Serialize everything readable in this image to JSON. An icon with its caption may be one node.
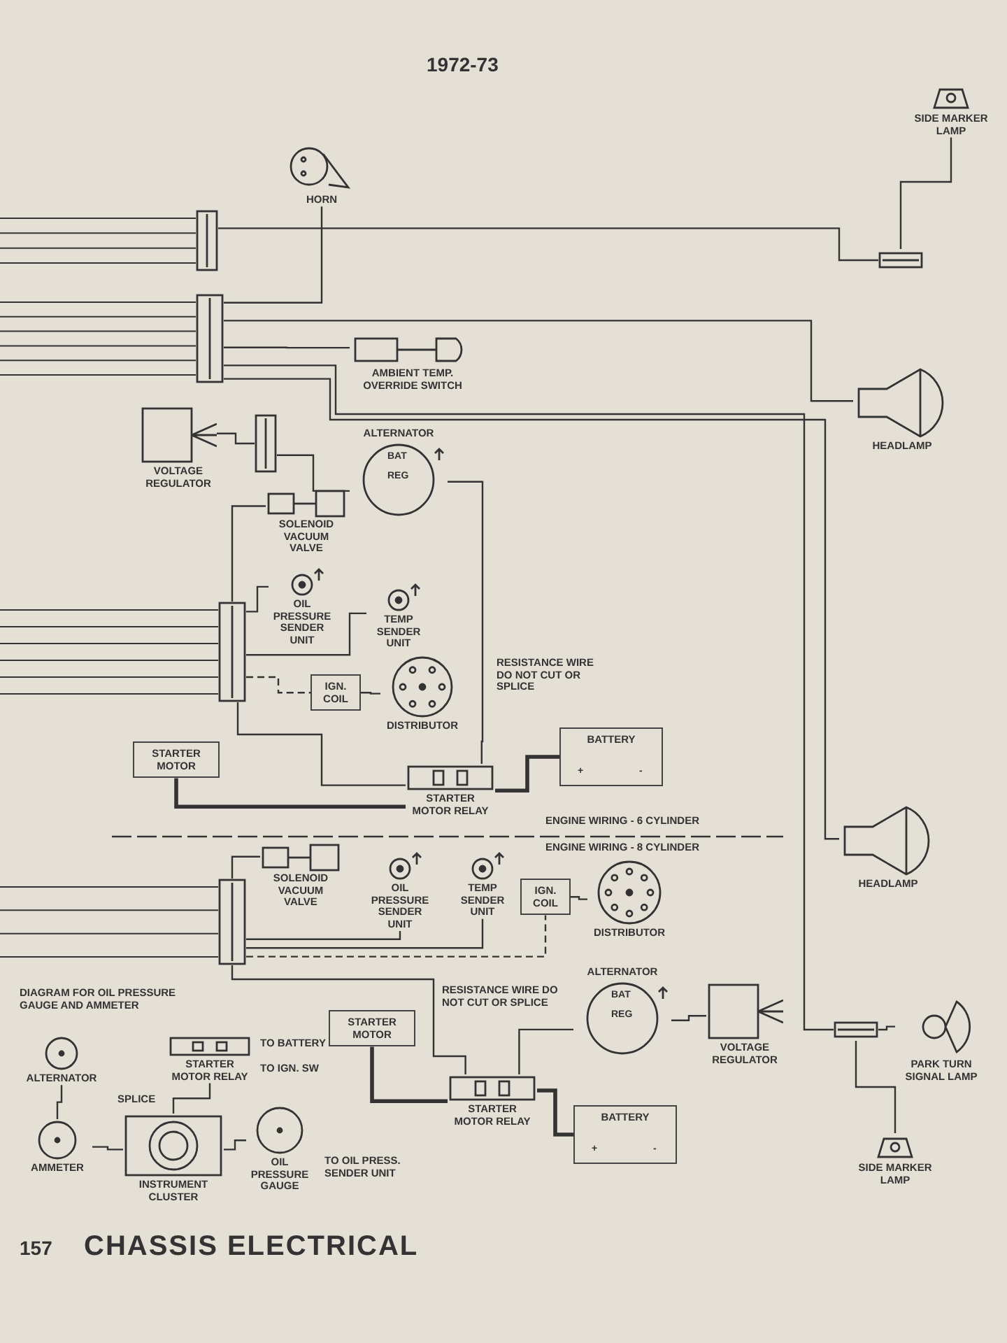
{
  "diagram": {
    "title": "CHASSIS ELECTRICAL",
    "nodes": [
      {
        "text": [
          "HORN"
        ]
      },
      {
        "text": [],
        "shape": "box"
      },
      {
        "text": [],
        "shape": "box"
      },
      {
        "text": [
          "AMBIENT TEMP. OVERRIDE SWITCH"
        ]
      },
      {
        "text": [
          "VOLTAGE REGULATOR"
        ]
      },
      {
        "text": [],
        "shape": "box"
      },
      {
        "text": [
          "ALTERNATOR",
          "BAT",
          "REG"
        ]
      },
      {
        "text": [
          "SOLENOID VACUUM VALVE"
        ]
      },
      {
        "text": [
          "OIL PRESSURE SENDER UNIT"
        ]
      },
      {
        "text": [
          "TEMP SENDER UNIT"
        ]
      },
      {
        "text": [],
        "shape": "box"
      },
      {
        "text": [
          "DISTRIBUTOR"
        ]
      },
      {
        "text": [
          "IGN. COIL"
        ]
      },
      {
        "text": [
          "STARTER MOTOR"
        ]
      },
      {
        "text": [
          "STARTER MOTOR RELAY"
        ]
      },
      {
        "text": [
          "BATTERY",
          "+",
          "-"
        ]
      },
      {
        "text": [
          "SOLENOID VACUUM VALVE"
        ]
      },
      {
        "text": [
          "OIL PRESSURE SENDER UNIT"
        ]
      },
      {
        "text": [
          "TEMP SENDER UNIT"
        ]
      },
      {
        "text": [
          "DISTRIBUTOR"
        ]
      },
      {
        "text": [
          "IGN. COIL"
        ]
      },
      {
        "text": [],
        "shape": "box"
      },
      {
        "text": [
          "ALTERNATOR",
          "BAT",
          "REG"
        ]
      },
      {
        "text": [
          "VOLTAGE REGULATOR"
        ]
      },
      {
        "text": [
          "STARTER MOTOR"
        ]
      },
      {
        "text": [
          "STARTER MOTOR RELAY"
        ]
      },
      {
        "text": [
          "BATTERY",
          "+",
          "-"
        ]
      },
      {
        "text": [
          "INSTRUMENT CLUSTER"
        ]
      },
      {
        "text": [
          "OIL PRESSURE GAUGE"
        ]
      },
      {
        "text": [
          "STARTER MOTOR RELAY"
        ]
      },
      {
        "text": [
          "HEADLAMP"
        ]
      },
      {
        "text": [
          "HEADLAMP"
        ]
      },
      {
        "text": [
          "PARK TURN SIGNAL LAMP"
        ]
      },
      {
        "text": [
          "SIDE MARKER LAMP"
        ]
      },
      {
        "text": [
          "SIDE MARKER LAMP"
        ]
      },
      {
        "text": [],
        "shape": "box"
      },
      {
        "text": [],
        "shape": "box"
      },
      {
        "text": [
          "ALTERNATOR"
        ]
      },
      {
        "text": [
          "AMMETER"
        ]
      }
    ],
    "edges": [
      {
        "from": 1,
        "to": 35,
        "arrow": "none"
      },
      {
        "from": 2,
        "to": 0,
        "arrow": "none"
      },
      {
        "from": 2,
        "to": 3,
        "arrow": "none"
      },
      {
        "from": 2,
        "to": 30,
        "arrow": "none"
      },
      {
        "from": 35,
        "to": 34,
        "arrow": "none"
      },
      {
        "from": 5,
        "to": 4,
        "arrow": "none"
      },
      {
        "from": 5,
        "to": 6,
        "arrow": "none"
      },
      {
        "from": 10,
        "to": 8,
        "arrow": "none"
      },
      {
        "from": 10,
        "to": 9,
        "arrow": "none"
      },
      {
        "from": 10,
        "to": 7,
        "arrow": "none"
      },
      {
        "from": 10,
        "to": 14,
        "arrow": "none"
      },
      {
        "from": 10,
        "to": 12,
        "arrow": "none",
        "style": "dashed"
      },
      {
        "from": 12,
        "to": 11,
        "arrow": "none"
      },
      {
        "from": 13,
        "to": 14,
        "arrow": "none",
        "style": "thick"
      },
      {
        "from": 14,
        "to": 15,
        "arrow": "none",
        "style": "thick"
      },
      {
        "from": 6,
        "to": 14,
        "arrow": "none"
      },
      {
        "from": 21,
        "to": 16,
        "arrow": "none"
      },
      {
        "from": 21,
        "to": 17,
        "arrow": "none"
      },
      {
        "from": 21,
        "to": 18,
        "arrow": "none"
      },
      {
        "from": 21,
        "to": 25,
        "arrow": "none"
      },
      {
        "from": 21,
        "to": 20,
        "arrow": "none",
        "style": "dashed"
      },
      {
        "from": 20,
        "to": 19,
        "arrow": "none"
      },
      {
        "from": 24,
        "to": 25,
        "arrow": "none",
        "style": "thick"
      },
      {
        "from": 25,
        "to": 26,
        "arrow": "none",
        "style": "thick"
      },
      {
        "from": 22,
        "to": 23,
        "arrow": "none"
      },
      {
        "from": 22,
        "to": 25,
        "arrow": "none"
      },
      {
        "from": 2,
        "to": 31,
        "arrow": "none"
      },
      {
        "from": 2,
        "to": 36,
        "arrow": "none"
      },
      {
        "from": 36,
        "to": 32,
        "arrow": "none"
      },
      {
        "from": 36,
        "to": 33,
        "arrow": "none"
      },
      {
        "from": 28,
        "to": 27,
        "arrow": "none"
      },
      {
        "from": 29,
        "to": 27,
        "arrow": "none"
      },
      {
        "from": 37,
        "to": 38,
        "arrow": "none"
      },
      {
        "from": 38,
        "to": 27,
        "arrow": "none"
      }
    ],
    "labels": [
      "1972-73",
      "RESISTANCE WIRE DO NOT CUT OR SPLICE",
      "ENGINE WIRING - 6 CYLINDER",
      "ENGINE WIRING - 8 CYLINDER",
      "RESISTANCE WIRE DO NOT CUT OR SPLICE",
      "DIAGRAM FOR OIL PRESSURE GAUGE AND AMMETER",
      "SPLICE",
      "TO BATTERY",
      "TO IGN. SW",
      "TO OIL PRESS. SENDER UNIT",
      "157"
    ]
  }
}
